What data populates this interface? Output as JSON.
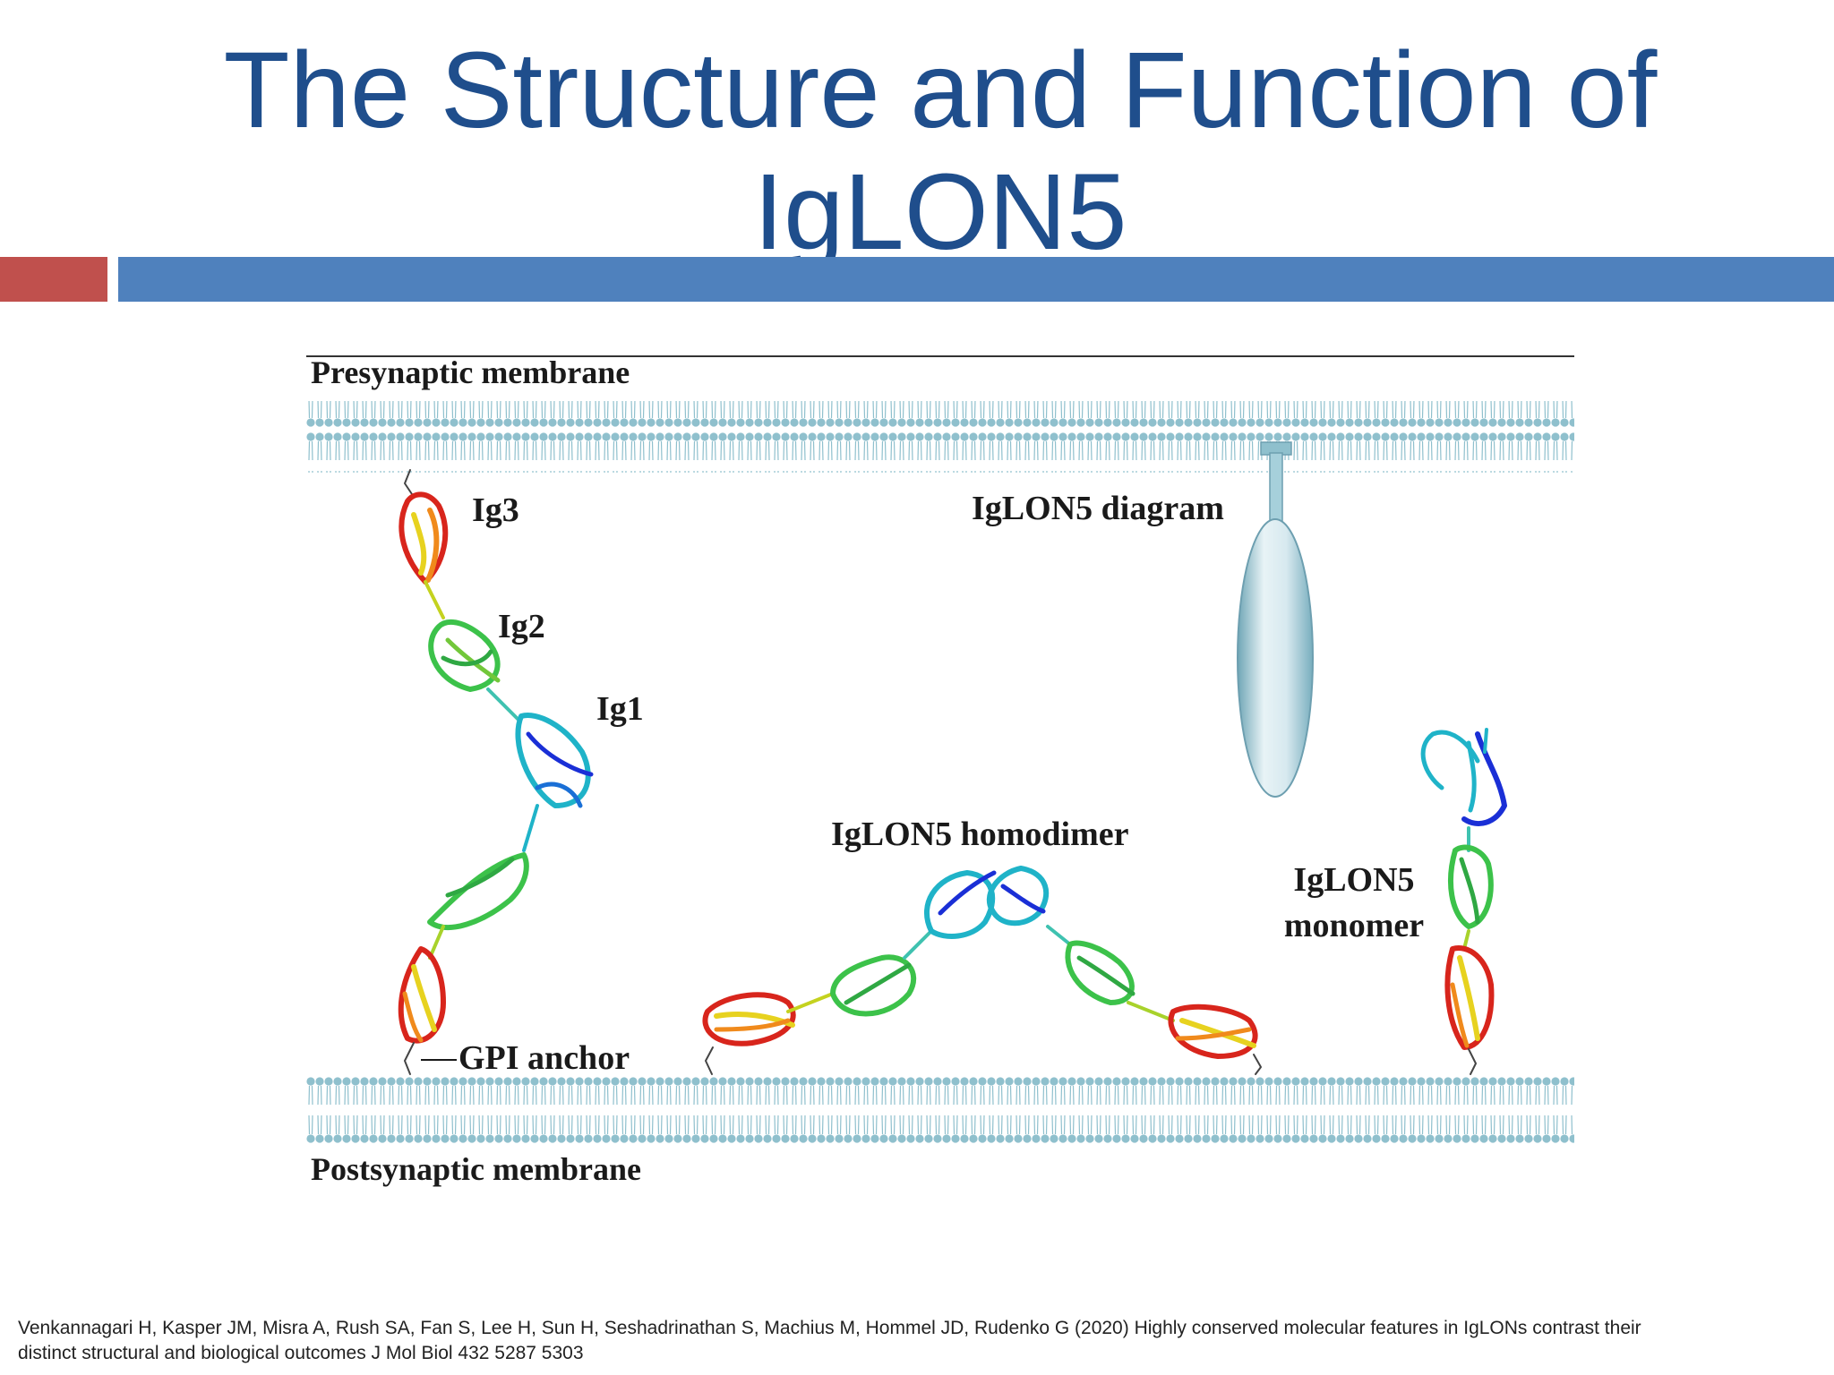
{
  "slide": {
    "title_line1": "The Structure and Function of",
    "title_line2": "IgLON5",
    "accent_colors": {
      "red": "#c0504d",
      "blue": "#4f81bd"
    }
  },
  "figure": {
    "labels": {
      "presynaptic": "Presynaptic membrane",
      "postsynaptic": "Postsynaptic membrane",
      "ig3": "Ig3",
      "ig2": "Ig2",
      "ig1": "Ig1",
      "gpi_anchor": "GPI anchor",
      "diagram": "IgLON5 diagram",
      "homodimer": "IgLON5 homodimer",
      "monomer_line1": "IgLON5",
      "monomer_line2": "monomer"
    },
    "colors": {
      "membrane": "#8fc0cd",
      "protein_spectrum": [
        "#1a2fd6",
        "#1fb3c8",
        "#3cc24a",
        "#e7d21f",
        "#f08a1c",
        "#d8251c"
      ]
    }
  },
  "citation": {
    "line1": "Venkannagari H, Kasper JM, Misra A, Rush SA, Fan S, Lee H, Sun H, Seshadrinathan S, Machius M, Hommel JD, Rudenko G (2020) Highly conserved molecular features in IgLONs contrast their",
    "line2": "distinct structural and biological outcomes J Mol Biol 432 5287 5303"
  }
}
